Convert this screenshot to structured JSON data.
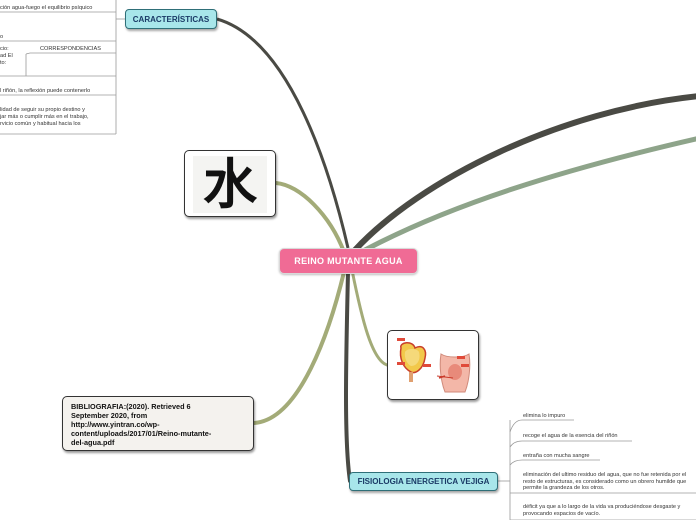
{
  "central": {
    "label": "REINO MUTANTE AGUA"
  },
  "caracteristicas": {
    "label": "CARACTERÍSTICAS",
    "items": [
      "ción agua-fuego el equilibrio psíquico",
      "o",
      "cio:",
      "ad El",
      "to:",
      "l riñón, la reflexión puede contenerlo",
      "lidad de seguir su propio destino y",
      "jar más o cumplir más en el trabajo,",
      "rvicio común y habitual hacia los"
    ],
    "correspondencias_label": "CORRESPONDENCIAS"
  },
  "kanji": {
    "character": "水"
  },
  "bibliografia": {
    "line1": "BIBLIOGRAFIA:(2020). Retrieved 6",
    "line2": "September 2020, from",
    "line3": "http://www.yintran.co/wp-",
    "line4": "content/uploads/2017/01/Reino-mutante-",
    "line5": "del-agua.pdf"
  },
  "fisiologia": {
    "label": "FISIOLOGIA ENERGETICA VEJIGA",
    "items": [
      "elimina lo impuro",
      "recoge el agua de la esencia del riñón",
      "entraña con mucha sangre",
      "eliminación del ultimo residuo del agua, que no fue retenida por el resto de estructuras, es considerado como un obrero humilde que permite la grandeza de los otros.",
      "déficit ya que a lo largo de la vida va produciéndose desgaste y provocando espacios de vacío."
    ]
  },
  "colors": {
    "central_bg": "#f06b95",
    "teal_node_bg": "#a8e6ea",
    "branch_dark": "#4a4a44",
    "branch_olive": "#a3ab78",
    "branch_teal": "#7f968a"
  },
  "icons": {
    "anatomy_image": "bladder-anatomy-illustration",
    "kanji_image": "water-kanji-brush"
  }
}
